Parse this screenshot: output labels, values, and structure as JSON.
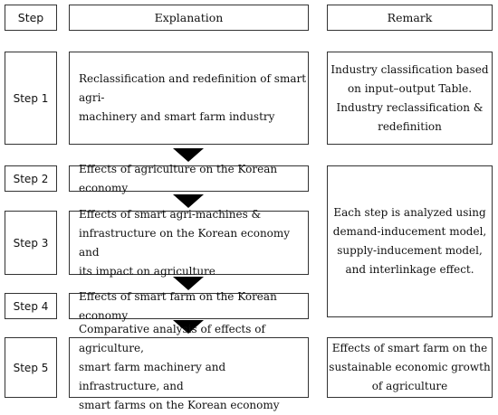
{
  "headers": {
    "step": "Step",
    "explanation": "Explanation",
    "remark": "Remark"
  },
  "steps": [
    {
      "label": "Step 1",
      "explanation": "Reclassification and redefinition of smart agri-\nmachinery and smart farm industry"
    },
    {
      "label": "Step 2",
      "explanation": "Effects of agriculture on the Korean economy"
    },
    {
      "label": "Step 3",
      "explanation": "Effects of smart agri-machines &\ninfrastructure on the Korean economy and\nits impact on agriculture"
    },
    {
      "label": "Step 4",
      "explanation": "Effects of smart farm on the Korean economy"
    },
    {
      "label": "Step 5",
      "explanation": "Comparative analysis of effects of agriculture,\nsmart farm machinery and infrastructure, and\nsmart farms on the Korean economy"
    }
  ],
  "remarks": {
    "step1": "Industry classification based\non input–output Table.\nIndustry reclassification &\nredefinition",
    "steps2to4": "Each step is analyzed using\ndemand-inducement model,\nsupply-inducement model,\nand interlinkage effect.",
    "step5": "Effects of smart farm on the\nsustainable economic growth\nof agriculture"
  }
}
